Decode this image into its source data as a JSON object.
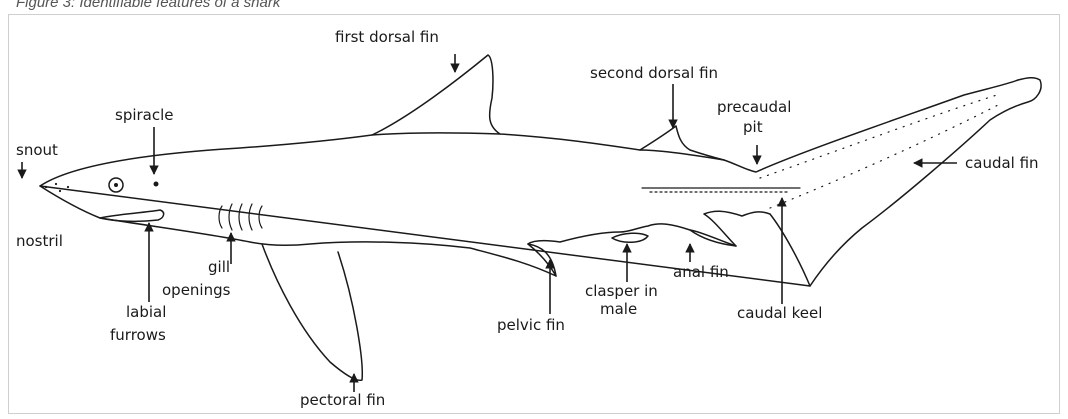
{
  "caption": "Figure 3: Identifiable features of a shark",
  "colors": {
    "ink": "#1a1a1a",
    "caption": "#555555",
    "frame": "#cfcfcf"
  },
  "labels": {
    "first_dorsal_fin": "first dorsal fin",
    "second_dorsal_fin": "second dorsal fin",
    "precaudal_pit_line1": "precaudal",
    "precaudal_pit_line2": "pit",
    "caudal_fin": "caudal fin",
    "spiracle": "spiracle",
    "snout": "snout",
    "nostril": "nostril",
    "gill_openings_line1": "gill",
    "gill_openings_line2": "openings",
    "labial_furrows_line1": "labial",
    "labial_furrows_line2": "furrows",
    "pectoral_fin": "pectoral fin",
    "pelvic_fin": "pelvic fin",
    "clasper_line1": "clasper in",
    "clasper_line2": "male",
    "anal_fin": "anal fin",
    "caudal_keel": "caudal keel"
  }
}
